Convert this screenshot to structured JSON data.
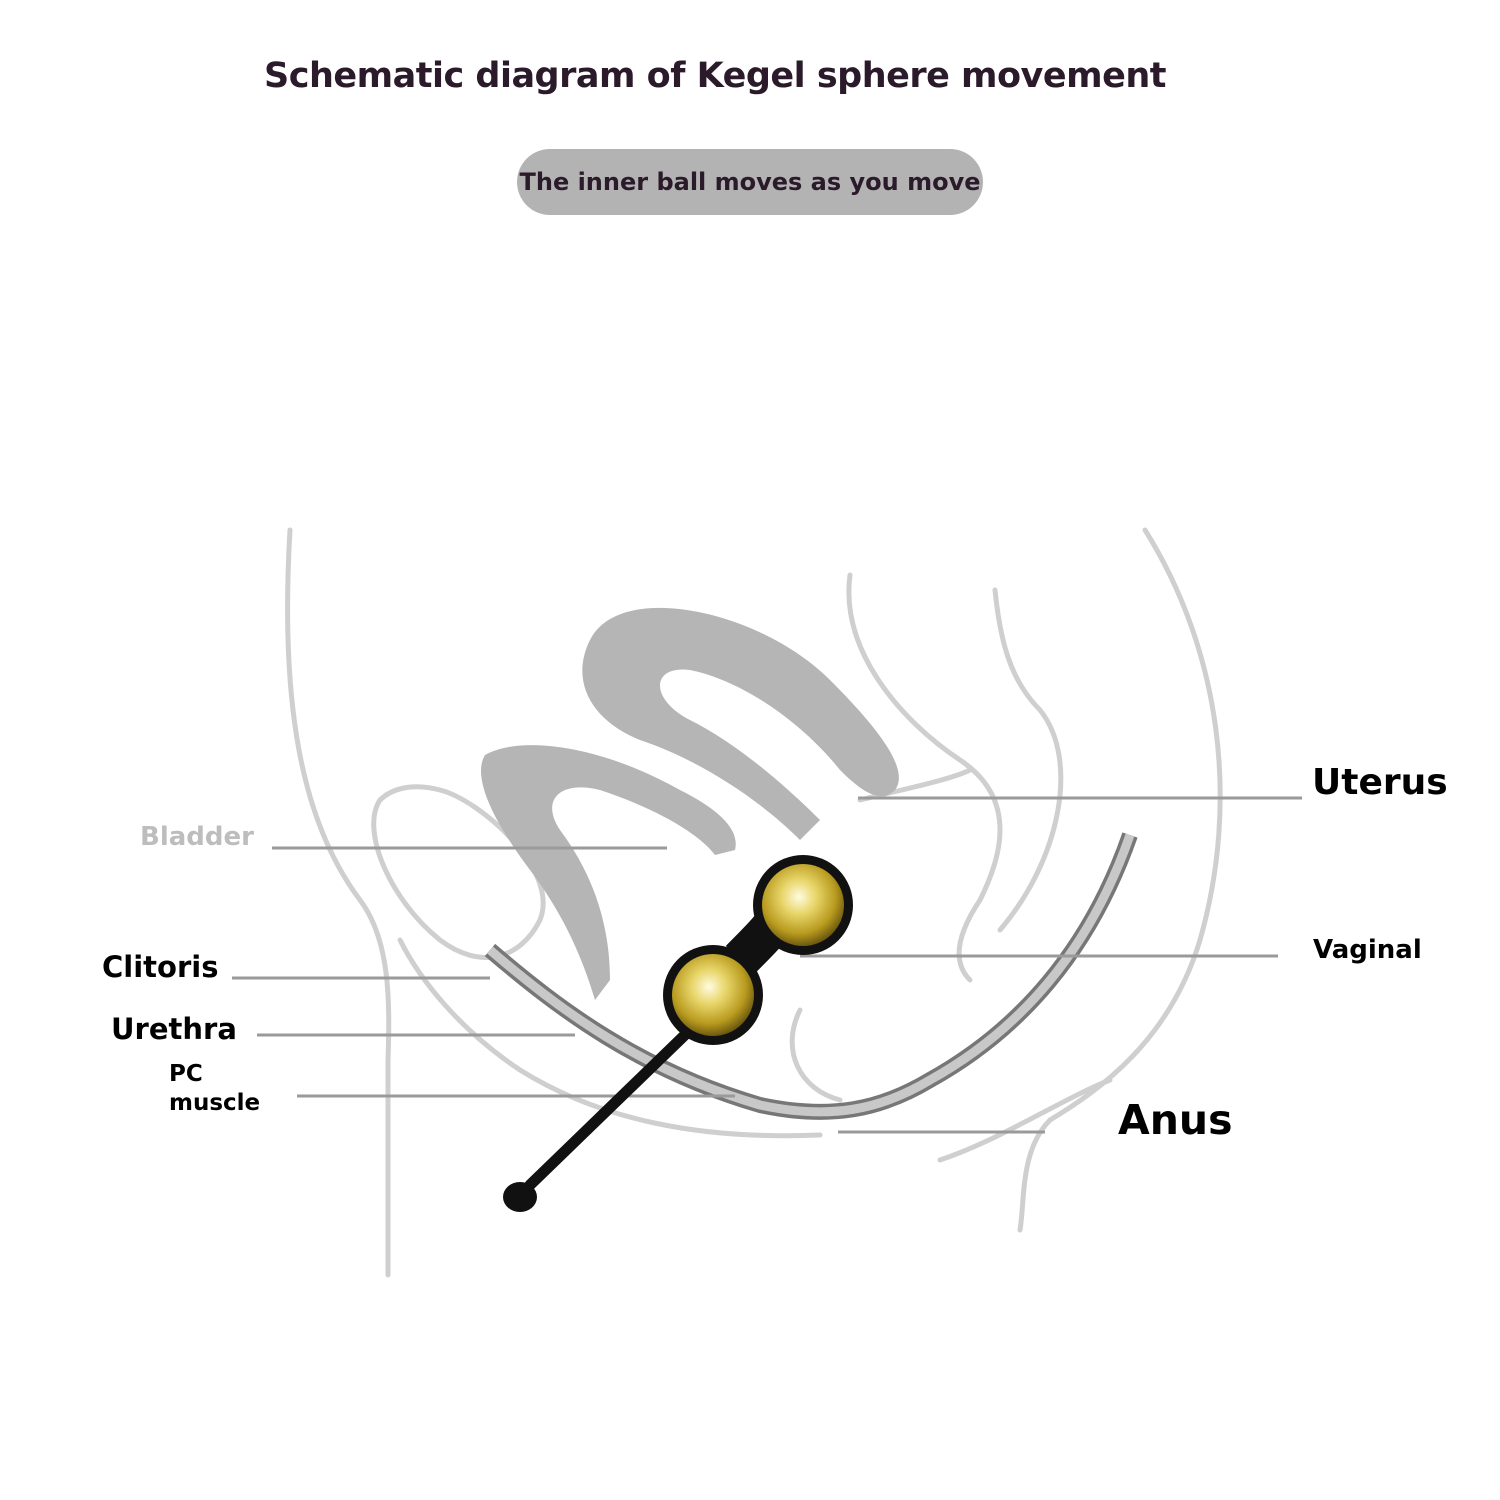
{
  "title": "Schematic diagram of Kegel sphere movement",
  "subtitle": "The inner ball moves as you move",
  "labels": {
    "bladder": "Bladder",
    "clitoris": "Clitoris",
    "urethra": "Urethra",
    "pc_muscle_line1": "PC",
    "pc_muscle_line2": "muscle",
    "uterus": "Uterus",
    "vaginal": "Vaginal",
    "anus": "Anus"
  },
  "colors": {
    "title": "#2a1a2a",
    "pill": "#b3b3b3",
    "anatomy_fill": "#b5b5b5",
    "anatomy_line": "#cfcfcf",
    "leader_line": "#9a9a9a",
    "ball_gold": "#d9c24a",
    "cord": "#111111"
  }
}
